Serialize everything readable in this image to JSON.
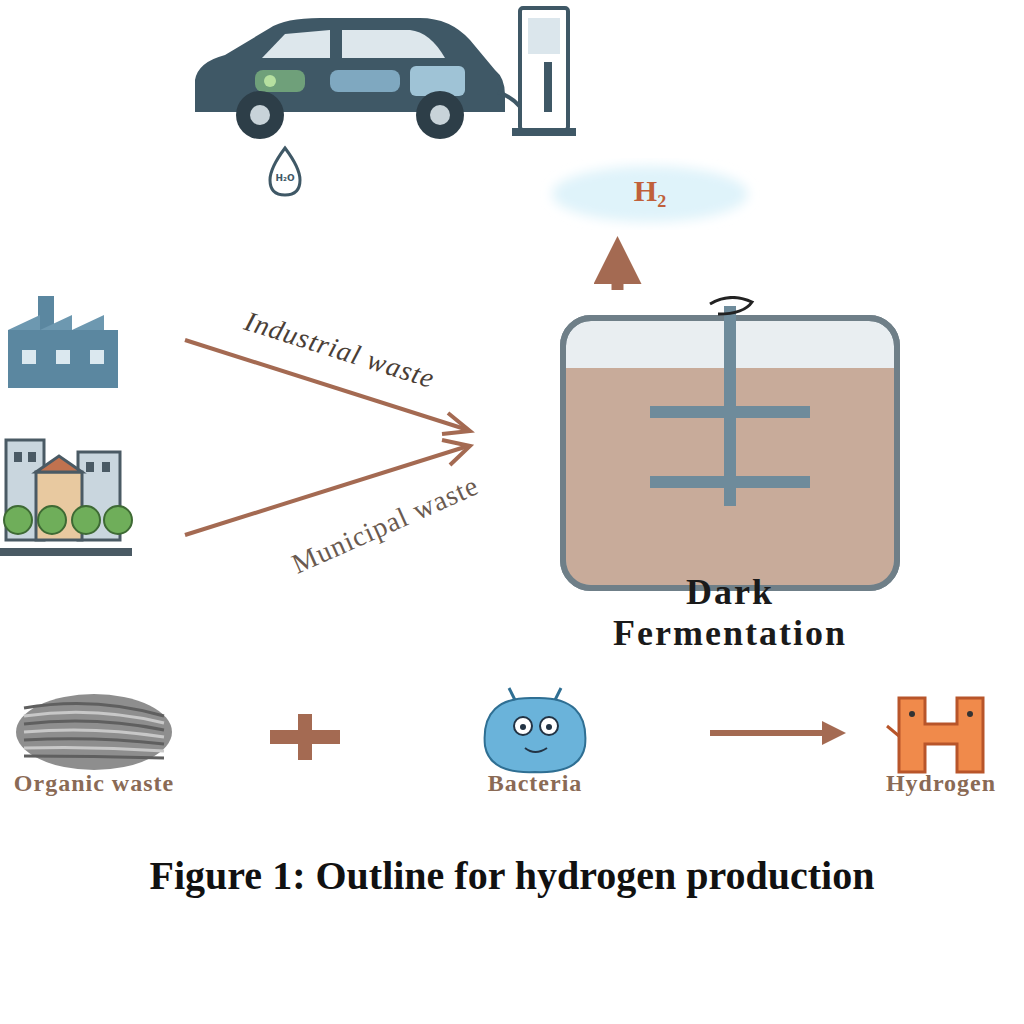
{
  "diagram": {
    "caption": "Figure 1: Outline for hydrogen production",
    "nodes": [
      {
        "text": [
          "H₂"
        ]
      },
      {
        "text": [
          "Dark Fermentation"
        ]
      },
      {
        "text": [
          "Organic waste"
        ]
      },
      {
        "text": [
          "Bacteria"
        ]
      },
      {
        "text": [
          "Hydrogen"
        ]
      }
    ],
    "edges": [
      {
        "from": 1,
        "to": 0,
        "arrow": "to"
      },
      {
        "from": 3,
        "to": 4,
        "arrow": "to"
      }
    ],
    "labels": [
      "H₂O",
      "Industrial waste",
      "Municipal waste"
    ]
  }
}
